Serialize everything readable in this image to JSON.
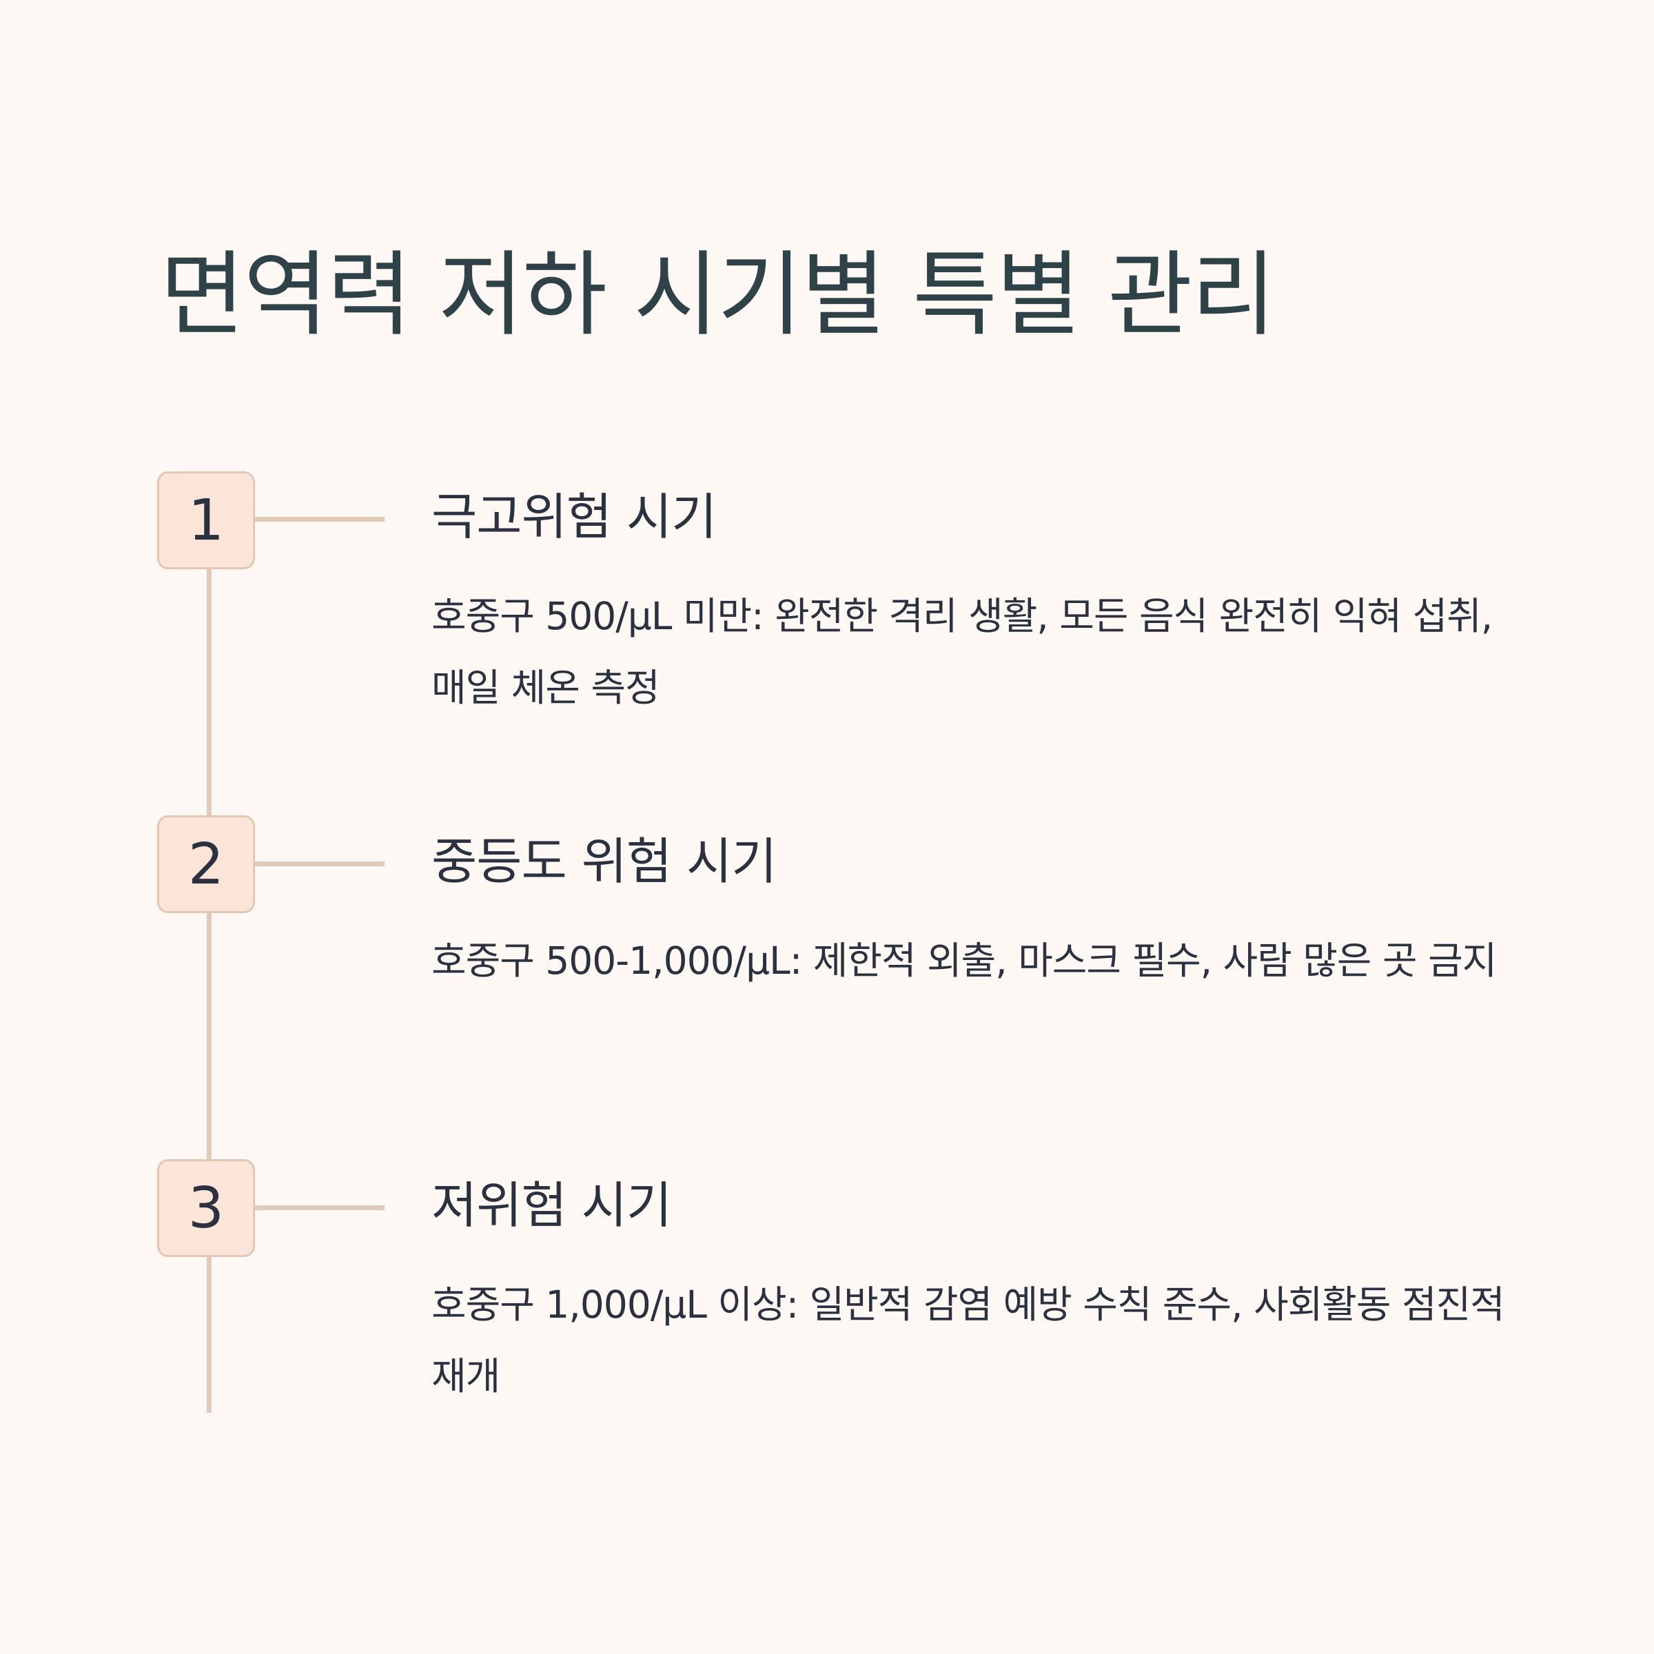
{
  "title": "면역력 저하 시기별 특별 관리",
  "steps": [
    {
      "number": "1",
      "title": "극고위험 시기",
      "description": "호중구 500/μL 미만: 완전한 격리 생활, 모든 음식 완전히 익혀 섭취, 매일 체온 측정"
    },
    {
      "number": "2",
      "title": "중등도 위험 시기",
      "description": "호중구 500-1,000/μL: 제한적 외출, 마스크 필수, 사람 많은 곳 금지"
    },
    {
      "number": "3",
      "title": "저위험 시기",
      "description": "호중구 1,000/μL 이상: 일반적 감염 예방 수칙 준수, 사회활동 점진적 재개"
    }
  ],
  "colors": {
    "background": "#fdf8f3",
    "title": "#2e4248",
    "text": "#2c3140",
    "box_fill": "#fbe5d8",
    "line": "#e1cbb8"
  }
}
